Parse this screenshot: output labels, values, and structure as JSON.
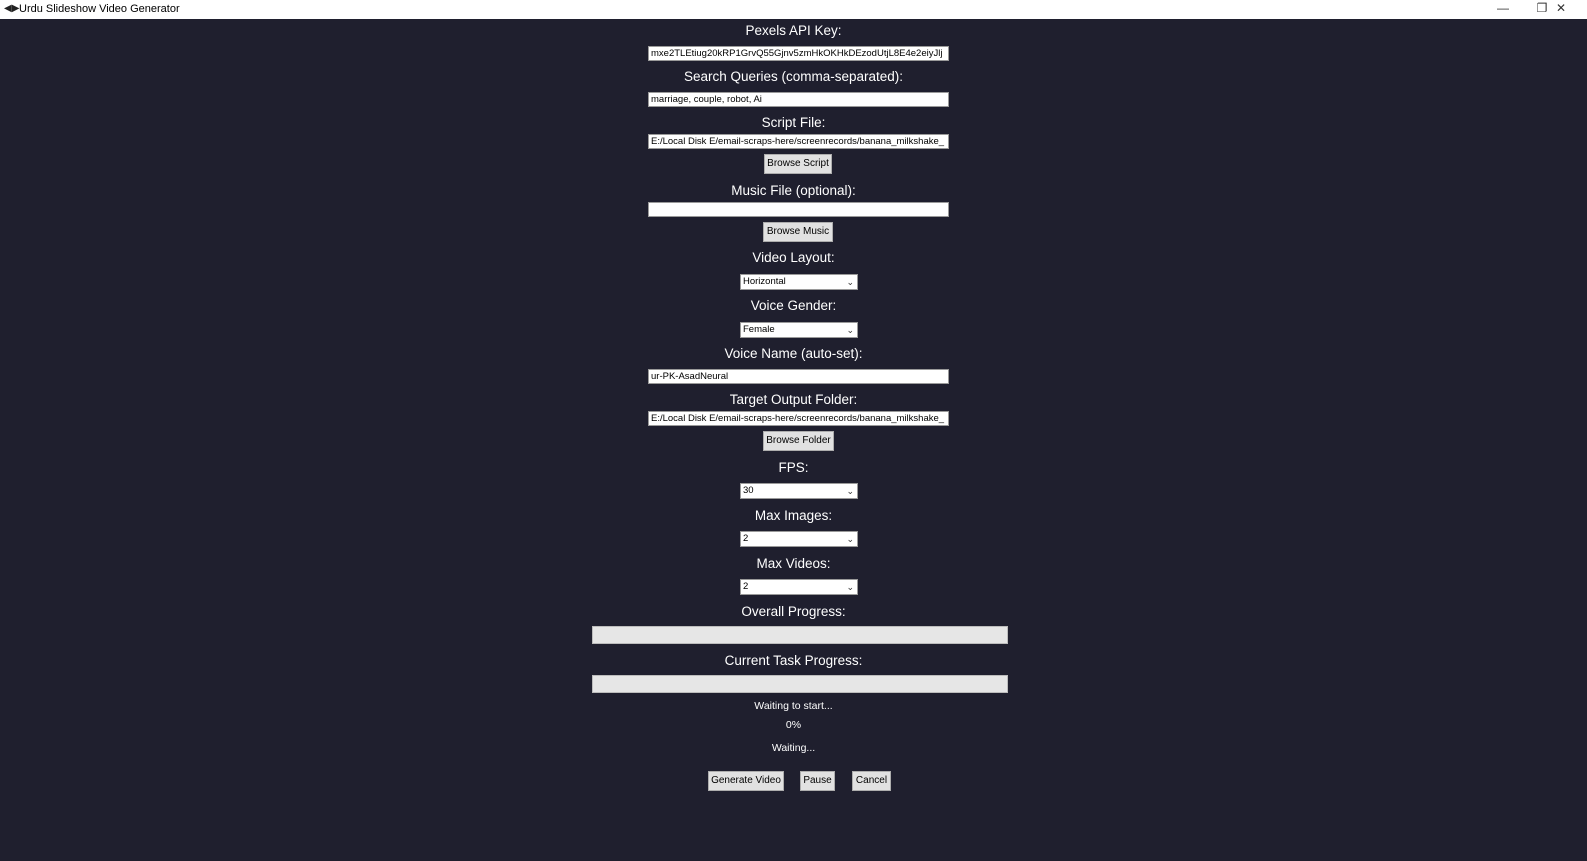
{
  "window": {
    "title": "Urdu Slideshow Video Generator",
    "minimize": "—",
    "restore": "❐",
    "close": "✕",
    "icon": "app-icon"
  },
  "form": {
    "pexels_label": "Pexels API Key:",
    "pexels_value": "mxe2TLEtiug20kRP1GrvQ55Gjnv5zmHkOKHkDEzodUtjL8E4e2eiyJlj",
    "queries_label": "Search Queries (comma-separated):",
    "queries_value": "marriage, couple, robot, Ai",
    "script_label": "Script File:",
    "script_value": "E:/Local Disk E/email-scraps-here/screenrecords/banana_milkshake_",
    "browse_script": "Browse Script",
    "music_label": "Music File (optional):",
    "music_value": "",
    "browse_music": "Browse Music",
    "layout_label": "Video Layout:",
    "layout_value": "Horizontal",
    "gender_label": "Voice Gender:",
    "gender_value": "Female",
    "voice_name_label": "Voice Name (auto-set):",
    "voice_name_value": "ur-PK-AsadNeural",
    "output_label": "Target Output Folder:",
    "output_value": "E:/Local Disk E/email-scraps-here/screenrecords/banana_milkshake_",
    "browse_folder": "Browse Folder",
    "fps_label": "FPS:",
    "fps_value": "30",
    "max_images_label": "Max Images:",
    "max_images_value": "2",
    "max_videos_label": "Max Videos:",
    "max_videos_value": "2"
  },
  "progress": {
    "overall_label": "Overall Progress:",
    "overall_fraction": 0,
    "current_label": "Current Task Progress:",
    "current_fraction": 0,
    "status_text": "Waiting to start...",
    "percent_text": "0%",
    "task_text": "Waiting..."
  },
  "actions": {
    "generate": "Generate Video",
    "pause": "Pause",
    "cancel": "Cancel"
  },
  "colors": {
    "background": "#1f1f2e",
    "progress_fill": "#06b025"
  }
}
